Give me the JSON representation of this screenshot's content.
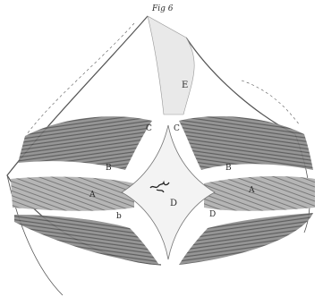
{
  "figure": {
    "title": "Fig 6",
    "labels": {
      "E": "E",
      "C_left": "C",
      "C_right": "C",
      "B_left": "B",
      "B_right": "B",
      "A_left": "A",
      "A_right": "A",
      "b_left": "b",
      "D_center": "D",
      "D_right": "D"
    }
  }
}
